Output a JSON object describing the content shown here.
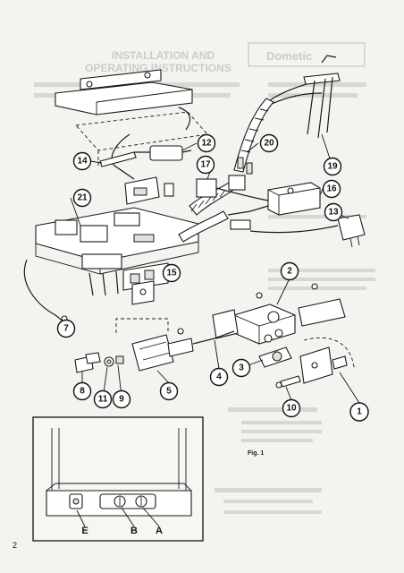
{
  "page_number": "2",
  "figure_label": "Fig. 1",
  "show_through_text": {
    "title_line_1": "INSTALLATION AND",
    "title_line_2": "OPERATING INSTRUCTIONS",
    "brand": "Dometic"
  },
  "callouts": [
    "1",
    "2",
    "3",
    "4",
    "5",
    "7",
    "8",
    "9",
    "10",
    "11",
    "12",
    "13",
    "14",
    "15",
    "16",
    "17",
    "19",
    "20",
    "21"
  ],
  "inset_labels": [
    "E",
    "B",
    "A"
  ],
  "colors": {
    "ink": "#111111",
    "paper": "#f4f3ef",
    "bleed": "#c9c7c1"
  }
}
